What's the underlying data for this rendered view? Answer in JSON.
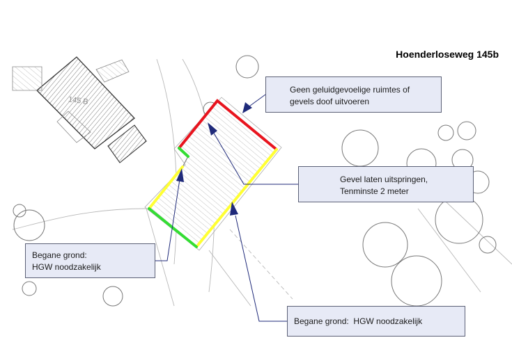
{
  "title": "Hoenderloseweg 145b",
  "neighbor_label": "145 B",
  "callouts": [
    {
      "lines": [
        "Geen geluidgevoelige ruimtes of",
        "gevels doof uitvoeren"
      ]
    },
    {
      "lines": [
        "Gevel laten uitspringen,",
        "Tenminste 2 meter"
      ]
    },
    {
      "lines": [
        "Begane grond:",
        "HGW noodzakelijk"
      ]
    },
    {
      "lines": [
        "Begane grond:  HGW noodzakelijk"
      ]
    }
  ],
  "colors": {
    "red": "#e8141e",
    "yellow": "#ffff33",
    "green": "#33dd33",
    "arrow": "#1f2a7a",
    "callout_fill": "#e7eaf6"
  }
}
